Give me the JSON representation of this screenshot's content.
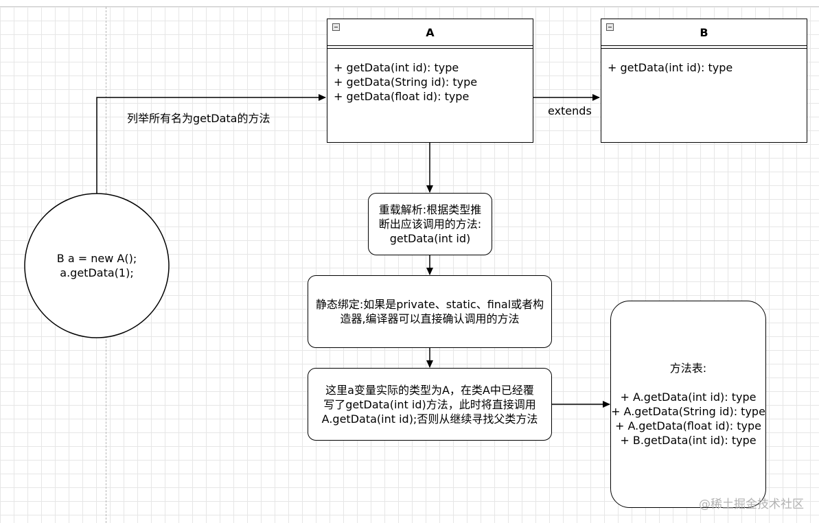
{
  "class_a": {
    "name": "A",
    "methods": [
      "+ getData(int id): type",
      "+ getData(String id): type",
      "+ getData(float id): type"
    ]
  },
  "class_b": {
    "name": "B",
    "methods": [
      "+ getData(int id): type"
    ]
  },
  "edge_labels": {
    "enumerate": "列举所有名为getData的方法",
    "extends": "extends"
  },
  "call_circle": {
    "text": "B a = new A();\na.getData(1);"
  },
  "steps": {
    "overload": "重载解析:根据类型推\n断出应该调用的方法:\ngetData(int id)",
    "static_binding": "静态绑定:如果是private、static、final或者构\n造器,编译器可以直接确认调用的方法",
    "override": "这里a变量实际的类型为A，在类A中已经覆\n写了getData(int id)方法，此时将直接调用\nA.getData(int id);否则从继续寻找父类方法"
  },
  "method_table": {
    "text": "方法表:\n\n+ A.getData(int id): type\n+ A.getData(String id): type\n+ A.getData(float id): type\n+ B.getData(int id): type"
  },
  "watermark": "@稀土掘金技术社区",
  "colors": {
    "line": "#000000",
    "grid": "#e6e6e6",
    "watermark": "#b3b3b3"
  }
}
